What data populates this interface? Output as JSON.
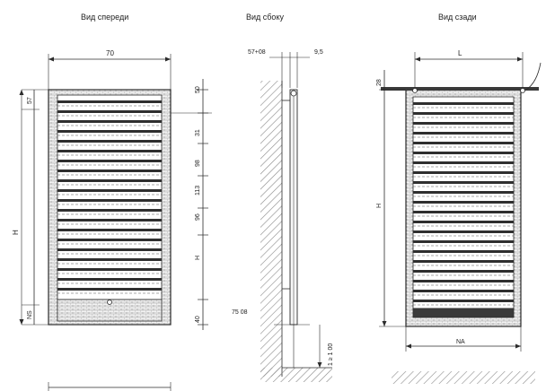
{
  "views": {
    "front": {
      "title": "Вид спереди"
    },
    "side": {
      "title": "Вид сбоку"
    },
    "rear": {
      "title": "Вид сзади"
    }
  },
  "dimensions": {
    "front_width": "70",
    "front_top_offset": "57",
    "front_height": "H",
    "front_bottom_offset": "NS",
    "pitch_labels": [
      "50",
      "31",
      "98",
      "113",
      "96",
      "H",
      "40"
    ],
    "side_wall_gap": "57+08",
    "side_depth": "9,5",
    "side_bottom": "75 08",
    "side_floor": "1 ≥ 1 00",
    "rear_width": "L",
    "rear_top": "28",
    "rear_height": "H",
    "rear_bottom": "NA"
  },
  "colors": {
    "line": "#2b2b2b",
    "hatch": "#8a8a8a",
    "fill": "#ececec"
  }
}
